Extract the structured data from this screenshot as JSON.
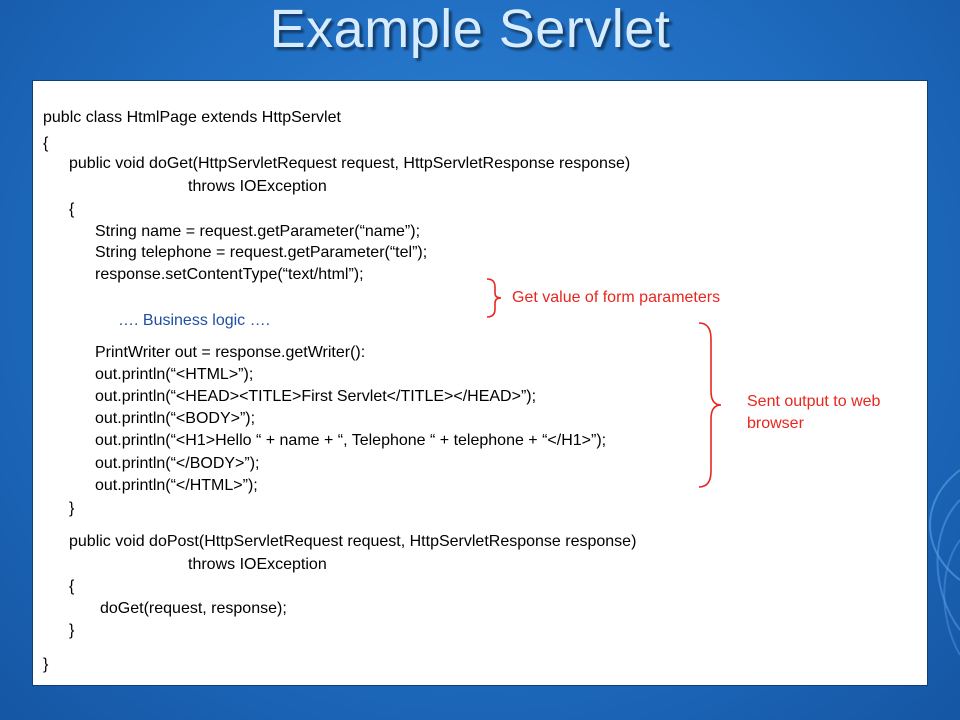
{
  "slide": {
    "title": "Example Servlet"
  },
  "code": {
    "lines": [
      "publc class HtmlPage extends HttpServlet",
      "{",
      "public void doGet(HttpServletRequest request, HttpServletResponse response)",
      "throws IOException",
      "{",
      "String name = request.getParameter(“name”);",
      "String telephone = request.getParameter(“tel”);",
      "response.setContentType(“text/html”);",
      "…. Business logic ….",
      "PrintWriter out = response.getWriter():",
      "out.println(“<HTML>”);",
      "out.println(“<HEAD><TITLE>First Servlet</TITLE></HEAD>”);",
      "out.println(“<BODY>”);",
      "out.println(“<H1>Hello “ + name + “, Telephone “ + telephone + “</H1>”);",
      "out.println(“</BODY>”);",
      "out.println(“</HTML>”);",
      "}",
      "public void doPost(HttpServletRequest request, HttpServletResponse response)",
      "throws IOException",
      "{",
      "doGet(request, response);",
      "}",
      "}"
    ]
  },
  "annotations": {
    "form_params": "Get value of form parameters",
    "output_line1": "Sent output to web",
    "output_line2": "browser"
  },
  "colors": {
    "background": "#1f6cc0",
    "title": "#d8ecff",
    "annotation": "#e8261f",
    "brace": "#e8261f",
    "comment": "#1f4fa0"
  }
}
